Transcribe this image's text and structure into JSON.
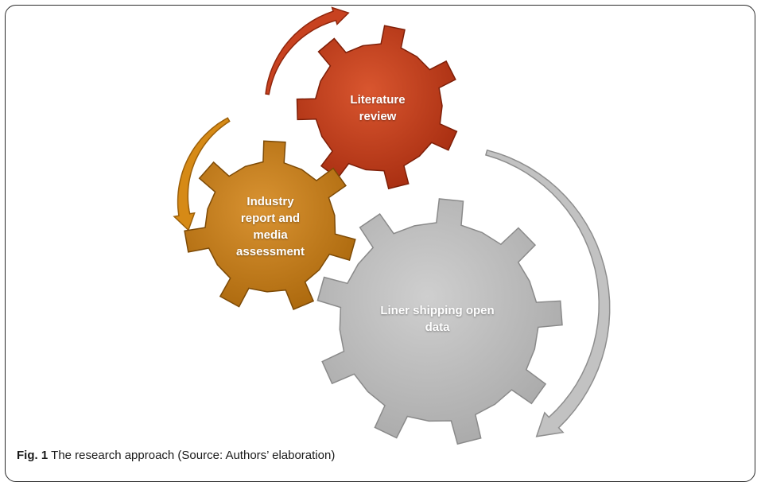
{
  "gears": [
    {
      "id": "literature",
      "label_line1": "Literature",
      "label_line2": "review",
      "color": "#c0391a"
    },
    {
      "id": "industry",
      "label_line1": "Industry",
      "label_line2": "report and",
      "label_line3": "media",
      "label_line4": "assessment",
      "color": "#c27a0e"
    },
    {
      "id": "liner",
      "label_line1": "Liner shipping open",
      "label_line2": "data",
      "color": "#b9b9b9"
    }
  ],
  "arrows": [
    {
      "id": "red-arrow",
      "color": "#c0391a"
    },
    {
      "id": "orange-arrow",
      "color": "#d68a16"
    },
    {
      "id": "gray-arrow",
      "color": "#bdbdbd"
    }
  ],
  "caption": {
    "figure_label": "Fig. 1",
    "text": "The research approach (Source: Authors’ elaboration)"
  }
}
